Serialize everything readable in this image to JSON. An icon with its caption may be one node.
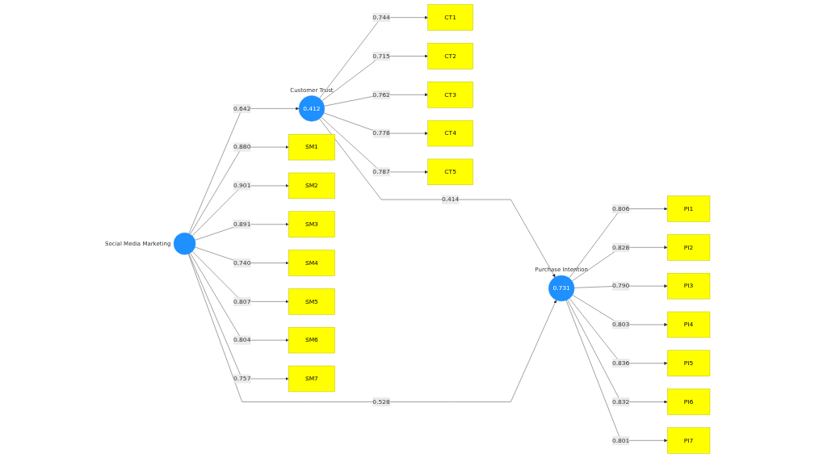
{
  "diagram": {
    "nodes": [
      {
        "text": [
          "CT1"
        ]
      },
      {
        "text": [
          "CT2"
        ]
      },
      {
        "text": [
          "CT3"
        ]
      },
      {
        "text": [
          "CT4"
        ]
      },
      {
        "text": [
          "CT5"
        ]
      },
      {
        "text": [
          "0.412"
        ],
        "beside": [
          "Customer Trust"
        ]
      },
      {
        "text": [
          "SM1"
        ]
      },
      {
        "text": [
          "SM2"
        ]
      },
      {
        "text": [
          "SM3"
        ]
      },
      {
        "text": [
          "SM4"
        ]
      },
      {
        "text": [
          "SM5"
        ]
      },
      {
        "text": [
          "SM6"
        ]
      },
      {
        "text": [
          "SM7"
        ]
      },
      {
        "text": [],
        "shape": "circle",
        "beside": [
          "Social Media Marketing"
        ]
      },
      {
        "text": [
          "0.731"
        ],
        "beside": [
          "Purchase Intention"
        ]
      },
      {
        "text": [
          "PI1"
        ]
      },
      {
        "text": [
          "PI2"
        ]
      },
      {
        "text": [
          "PI3"
        ]
      },
      {
        "text": [
          "PI4"
        ]
      },
      {
        "text": [
          "PI5"
        ]
      },
      {
        "text": [
          "PI6"
        ]
      },
      {
        "text": [
          "PI7"
        ]
      }
    ],
    "edges": [
      {
        "from": 5,
        "to": 0,
        "arrow": "to",
        "label": "0.744"
      },
      {
        "from": 5,
        "to": 1,
        "arrow": "to",
        "label": "0.715"
      },
      {
        "from": 5,
        "to": 2,
        "arrow": "to",
        "label": "0.762"
      },
      {
        "from": 5,
        "to": 3,
        "arrow": "to",
        "label": "0.778"
      },
      {
        "from": 5,
        "to": 4,
        "arrow": "to",
        "label": "0.787"
      },
      {
        "from": 13,
        "to": 6,
        "arrow": "to",
        "label": "0.880"
      },
      {
        "from": 13,
        "to": 7,
        "arrow": "to",
        "label": "0.901"
      },
      {
        "from": 13,
        "to": 8,
        "arrow": "to",
        "label": "0.891"
      },
      {
        "from": 13,
        "to": 9,
        "arrow": "to",
        "label": "0.740"
      },
      {
        "from": 13,
        "to": 10,
        "arrow": "to",
        "label": "0.807"
      },
      {
        "from": 13,
        "to": 11,
        "arrow": "to",
        "label": "0.804"
      },
      {
        "from": 13,
        "to": 12,
        "arrow": "to",
        "label": "0.757"
      },
      {
        "from": 13,
        "to": 5,
        "arrow": "to",
        "label": "0.642"
      },
      {
        "from": 5,
        "to": 14,
        "arrow": "to",
        "label": "0.414"
      },
      {
        "from": 13,
        "to": 14,
        "arrow": "to",
        "label": "0.528"
      },
      {
        "from": 14,
        "to": 15,
        "arrow": "to",
        "label": "0.806"
      },
      {
        "from": 14,
        "to": 16,
        "arrow": "to",
        "label": "0.828"
      },
      {
        "from": 14,
        "to": 17,
        "arrow": "to",
        "label": "0.790"
      },
      {
        "from": 14,
        "to": 18,
        "arrow": "to",
        "label": "0.803"
      },
      {
        "from": 14,
        "to": 19,
        "arrow": "to",
        "label": "0.836"
      },
      {
        "from": 14,
        "to": 20,
        "arrow": "to",
        "label": "0.832"
      },
      {
        "from": 14,
        "to": 21,
        "arrow": "to",
        "label": "0.801"
      }
    ]
  }
}
